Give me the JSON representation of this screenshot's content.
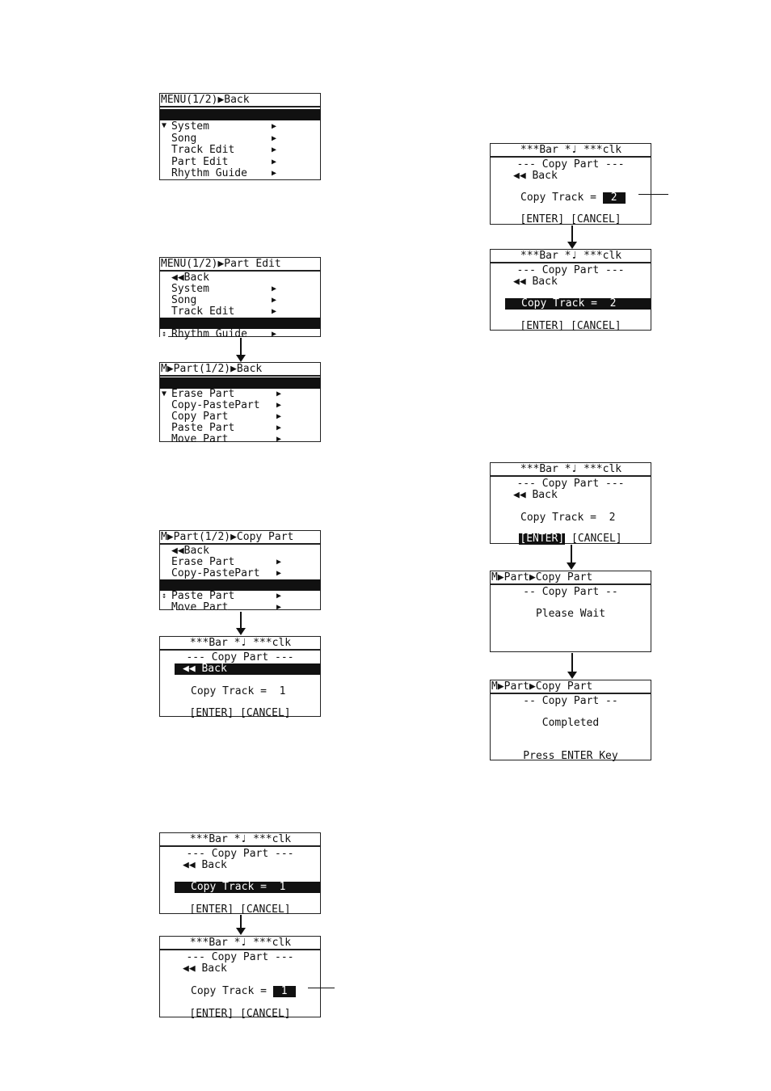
{
  "menu1": {
    "title": "MENU(1/2)▶Back",
    "marker": "▼",
    "items": [
      "◀◀Back",
      "System",
      "Song",
      "Track Edit",
      "Part Edit",
      "Rhythm Guide"
    ]
  },
  "menu2": {
    "title": "MENU(1/2)▶Part Edit",
    "marker": "↕",
    "items": [
      "◀◀Back",
      "System",
      "Song",
      "Track Edit",
      "Part Edit",
      "Rhythm Guide"
    ]
  },
  "part1": {
    "title": "M▶Part(1/2)▶Back",
    "marker": "▼",
    "items": [
      "◀◀Back",
      "Erase Part",
      "Copy-PastePart",
      "Copy Part",
      "Paste Part",
      "Move Part"
    ]
  },
  "part2": {
    "title": "M▶Part(1/2)▶Copy Part",
    "marker": "↕",
    "items": [
      "◀◀Back",
      "Erase Part",
      "Copy-PastePart",
      "Copy Part",
      "Paste Part",
      "Move Part"
    ]
  },
  "copy_screen": {
    "title": "***Bar *♩ ***clk",
    "heading": "--- Copy Part ---",
    "back": "◀◀ Back",
    "track_label": "Copy Track =",
    "enter": "[ENTER]",
    "cancel": "[CANCEL]"
  },
  "track_values": {
    "first": "1",
    "second": "2"
  },
  "wait_screen": {
    "title": "M▶Part▶Copy Part",
    "heading": "-- Copy Part --",
    "message": "Please Wait"
  },
  "done_screen": {
    "title": "M▶Part▶Copy Part",
    "heading": "-- Copy Part --",
    "message": "Completed",
    "footer": "Press ENTER Key"
  },
  "arrow_glyph": "▶"
}
